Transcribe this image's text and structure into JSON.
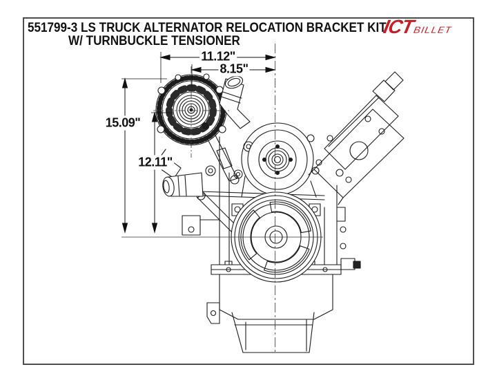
{
  "title": {
    "line1": "551799-3 LS TRUCK ALTERNATOR RELOCATION BRACKET KIT",
    "line2": "W/ TURNBUCKLE TENSIONER"
  },
  "logo": {
    "primary": "ICT",
    "secondary": "BILLET",
    "color": "#c41e26"
  },
  "dimensions": {
    "overall_width": "11.12\"",
    "pulley_offset_width": "8.15\"",
    "overall_height": "15.09\"",
    "pulley_offset_height": "12.11\""
  },
  "colors": {
    "drawing_line": "#1b1b1b",
    "frame_border": "#4d4d4d"
  }
}
